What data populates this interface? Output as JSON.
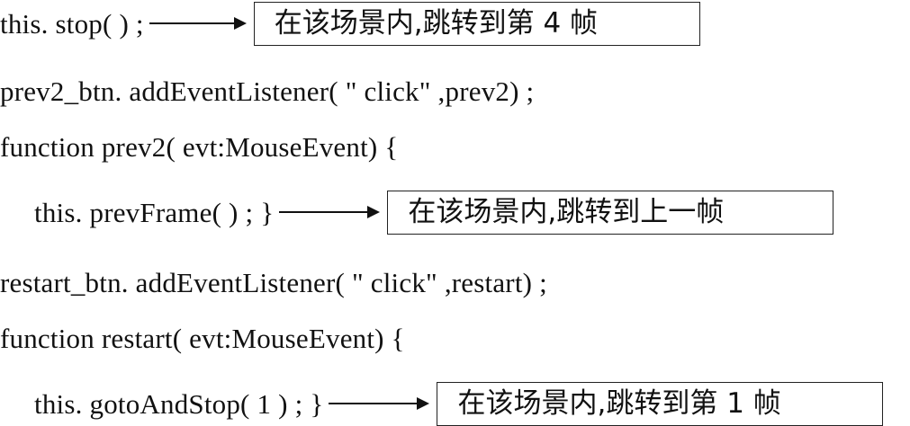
{
  "lines": [
    {
      "code": "this. stop( ) ;",
      "note": "在该场景内,跳转到第 4 帧"
    },
    {
      "code": "prev2_btn. addEventListener( \" click\" ,prev2) ;"
    },
    {
      "code": "function prev2( evt:MouseEvent) {"
    },
    {
      "code": "this. prevFrame( ) ; }",
      "note": "在该场景内,跳转到上一帧"
    },
    {
      "code": "restart_btn. addEventListener( \" click\" ,restart) ;"
    },
    {
      "code": "function restart( evt:MouseEvent) {"
    },
    {
      "code": "this. gotoAndStop( 1 ) ; }",
      "note": "在该场景内,跳转到第 1 帧"
    }
  ]
}
